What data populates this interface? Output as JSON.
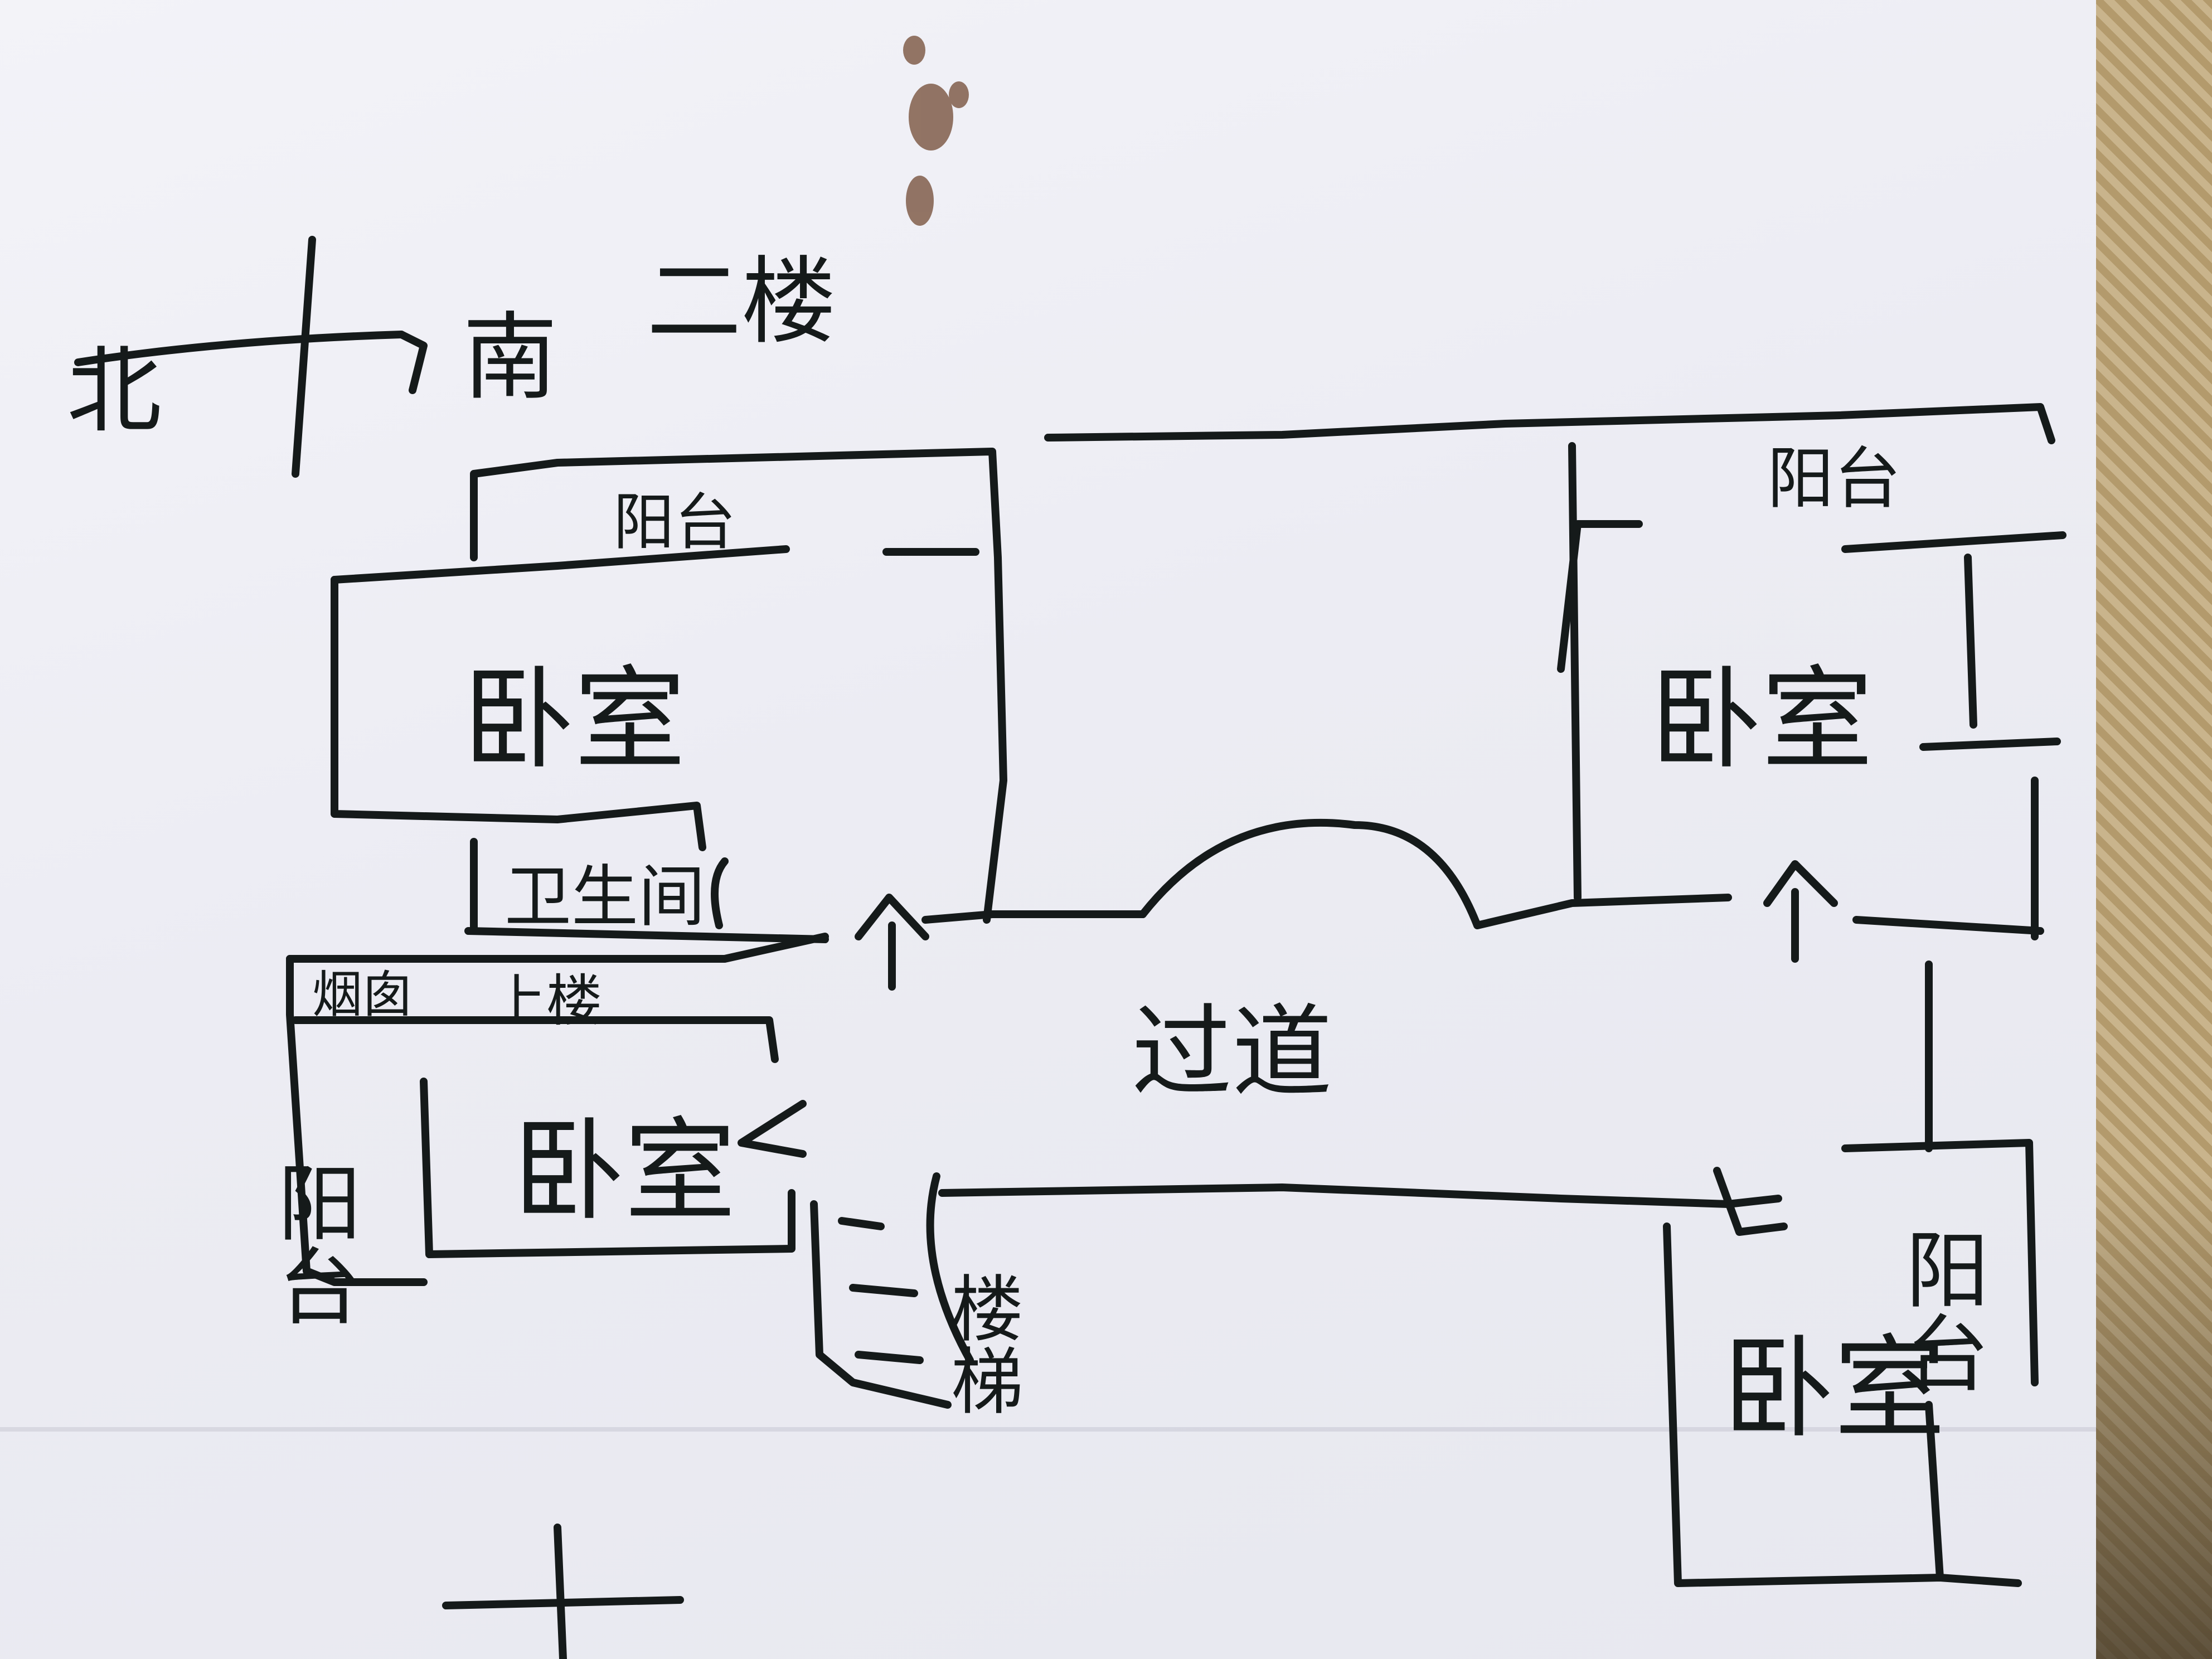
{
  "compass": {
    "north": "北",
    "south": "南"
  },
  "floor_label": "二楼",
  "rooms": {
    "bedroom_nw": "卧室",
    "bedroom_ne": "卧室",
    "bedroom_w": "卧室",
    "bedroom_se": "卧室",
    "bathroom": "卫生间",
    "balcony_nw": "阳台",
    "balcony_ne": "阳台",
    "balcony_w": "阳台",
    "balcony_se": "阳台",
    "corridor": "过道",
    "stairs": "楼梯",
    "chimney_w": "烟囱",
    "stairs_e": "上楼"
  },
  "colors": {
    "ink": "#151a1a",
    "paper": "#ececf3",
    "stain": "#7a5540"
  }
}
